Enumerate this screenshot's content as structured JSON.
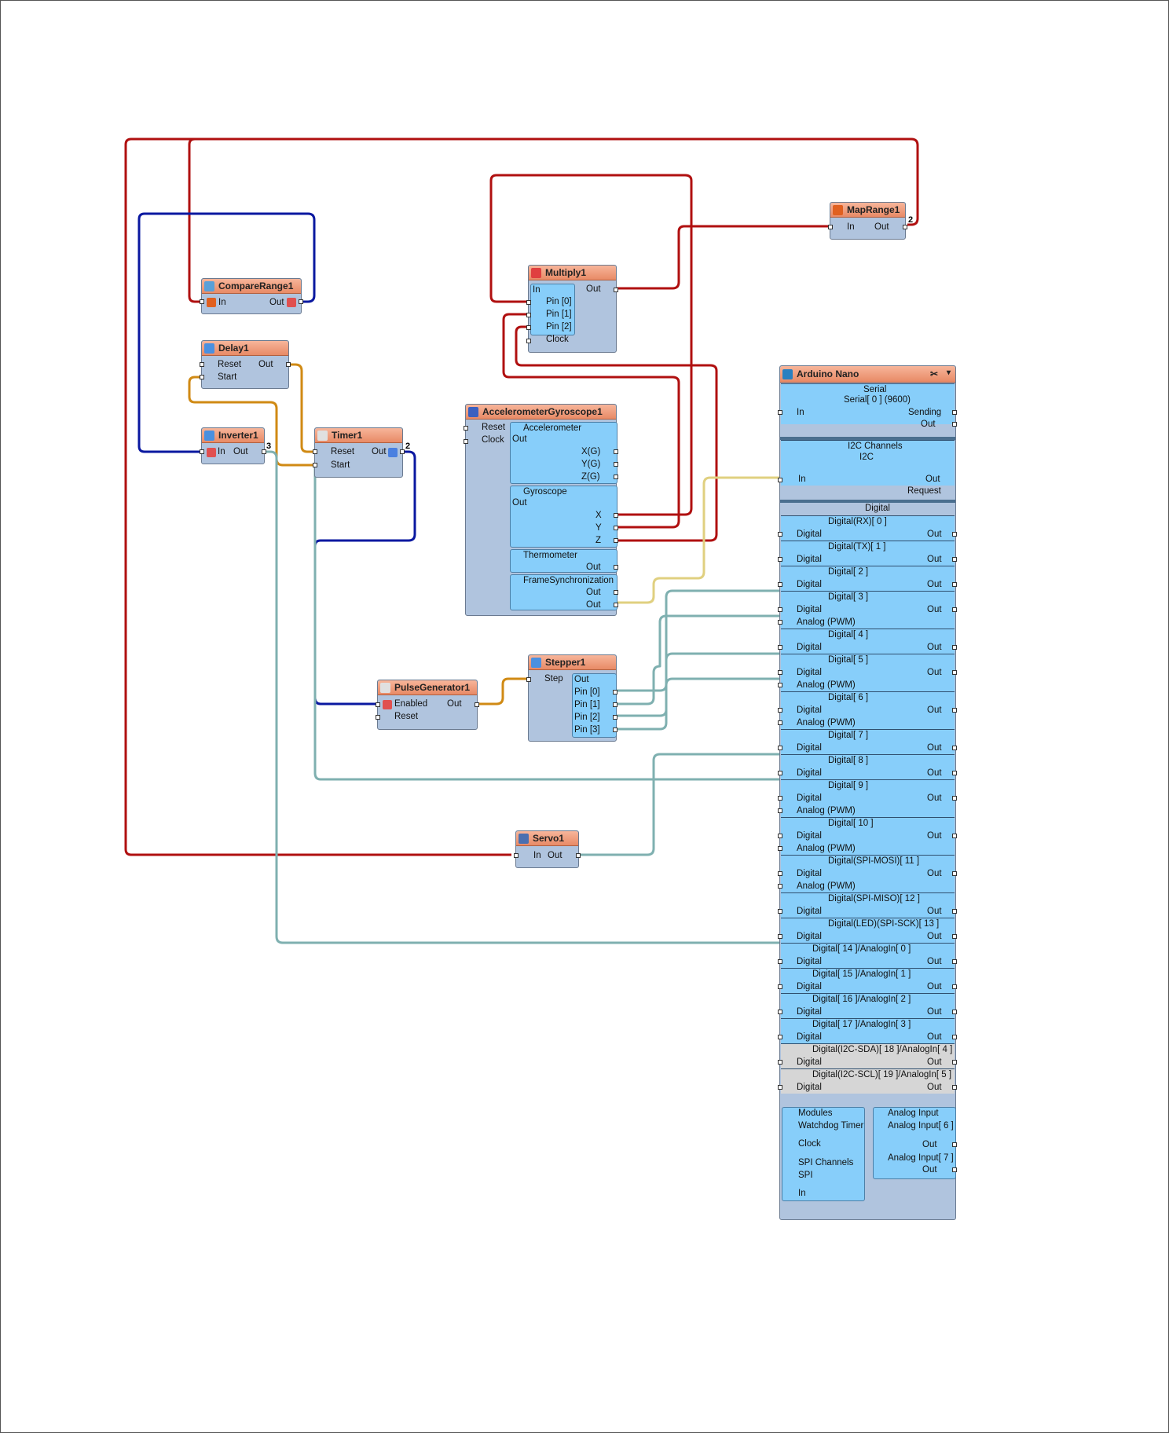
{
  "components": {
    "compare": {
      "title": "CompareRange1",
      "in": "In",
      "out": "Out"
    },
    "delay": {
      "title": "Delay1",
      "reset": "Reset",
      "start": "Start",
      "out": "Out"
    },
    "inverter": {
      "title": "Inverter1",
      "in": "In",
      "out": "Out",
      "badge": "3"
    },
    "timer": {
      "title": "Timer1",
      "reset": "Reset",
      "start": "Start",
      "out": "Out",
      "badge": "2"
    },
    "multiply": {
      "title": "Multiply1",
      "in": "In",
      "pin0": "Pin [0]",
      "pin1": "Pin [1]",
      "pin2": "Pin [2]",
      "clock": "Clock",
      "out": "Out"
    },
    "maprange": {
      "title": "MapRange1",
      "in": "In",
      "out": "Out",
      "badge": "2"
    },
    "accel": {
      "title": "AccelerometerGyroscope1",
      "reset": "Reset",
      "clock": "Clock",
      "accelerometer": "Accelerometer",
      "out": "Out",
      "xg": "X(G)",
      "yg": "Y(G)",
      "zg": "Z(G)",
      "gyroscope": "Gyroscope",
      "x": "X",
      "y": "Y",
      "z": "Z",
      "thermometer": "Thermometer",
      "framesync": "FrameSynchronization"
    },
    "pulse": {
      "title": "PulseGenerator1",
      "enabled": "Enabled",
      "reset": "Reset",
      "out": "Out"
    },
    "stepper": {
      "title": "Stepper1",
      "step": "Step",
      "out": "Out",
      "pins": [
        "Pin [0]",
        "Pin [1]",
        "Pin [2]",
        "Pin [3]"
      ]
    },
    "servo": {
      "title": "Servo1",
      "in": "In",
      "out": "Out"
    }
  },
  "arduino": {
    "title": "Arduino Nano",
    "serial": {
      "section": "Serial",
      "title": "Serial[ 0 ] (9600)",
      "in": "In",
      "sending": "Sending",
      "out": "Out"
    },
    "i2c": {
      "section": "I2C Channels",
      "title": "I2C",
      "in": "In",
      "out": "Out",
      "request": "Request"
    },
    "digital_section": "Digital",
    "digital_label": "Digital",
    "pwm_label": "Analog (PWM)",
    "out_label": "Out",
    "digital": [
      "Digital(RX)[ 0 ]",
      "Digital(TX)[ 1 ]",
      "Digital[ 2 ]",
      "Digital[ 3 ]",
      "Digital[ 4 ]",
      "Digital[ 5 ]",
      "Digital[ 6 ]",
      "Digital[ 7 ]",
      "Digital[ 8 ]",
      "Digital[ 9 ]",
      "Digital[ 10 ]",
      "Digital(SPI-MOSI)[ 11 ]",
      "Digital(SPI-MISO)[ 12 ]",
      "Digital(LED)(SPI-SCK)[ 13 ]",
      "Digital[ 14 ]/AnalogIn[ 0 ]",
      "Digital[ 15 ]/AnalogIn[ 1 ]",
      "Digital[ 16 ]/AnalogIn[ 2 ]",
      "Digital[ 17 ]/AnalogIn[ 3 ]",
      "Digital(I2C-SDA)[ 18 ]/AnalogIn[ 4 ]",
      "Digital(I2C-SCL)[ 19 ]/AnalogIn[ 5 ]"
    ],
    "modules": {
      "section": "Modules",
      "watchdog": "Watchdog Timer",
      "clock": "Clock"
    },
    "spi": {
      "section": "SPI Channels",
      "title": "SPI",
      "in": "In"
    },
    "analog": {
      "section": "Analog Input",
      "ch6": "Analog Input[ 6 ]",
      "ch7": "Analog Input[ 7 ]",
      "out": "Out"
    }
  },
  "colors": {
    "analog_wire": "#b01010",
    "digital_wire": "#0a18a0",
    "clock_wire": "#d08a14",
    "bool_wire": "#7fb0b0",
    "i2c_wire": "#e0d080",
    "header": "#f0a080",
    "body": "#b0c4de",
    "sub": "#87cefa"
  }
}
